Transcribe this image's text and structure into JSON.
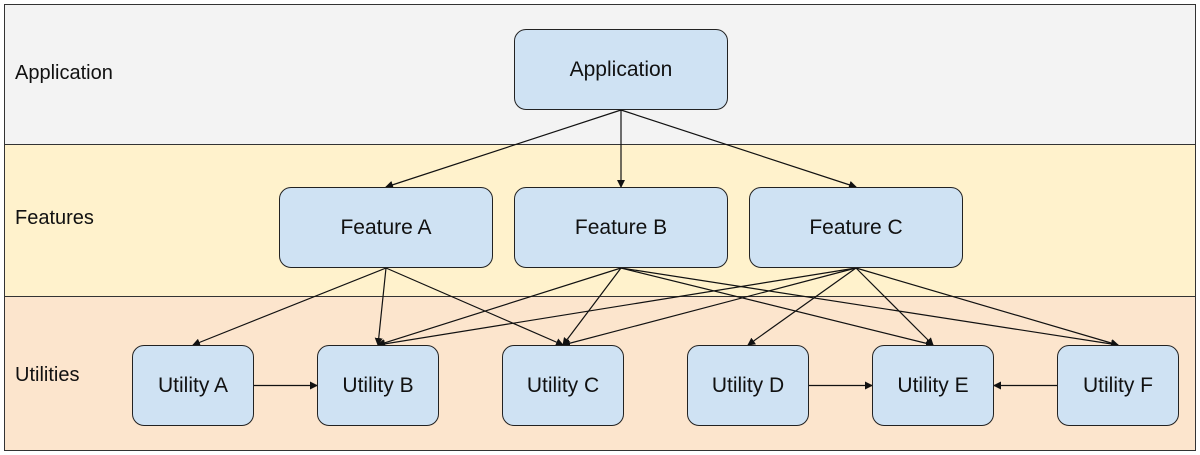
{
  "bands": [
    {
      "id": "application",
      "label": "Application",
      "color": "#f3f3f3"
    },
    {
      "id": "features",
      "label": "Features",
      "color": "#fff2cc"
    },
    {
      "id": "utilities",
      "label": "Utilities",
      "color": "#fce5cd"
    }
  ],
  "nodes": {
    "application": "Application",
    "feature_a": "Feature A",
    "feature_b": "Feature B",
    "feature_c": "Feature C",
    "utility_a": "Utility A",
    "utility_b": "Utility B",
    "utility_c": "Utility C",
    "utility_d": "Utility D",
    "utility_e": "Utility E",
    "utility_f": "Utility F"
  },
  "node_color": "#cfe2f3",
  "edges": [
    {
      "from": "application",
      "to": "feature_a"
    },
    {
      "from": "application",
      "to": "feature_b"
    },
    {
      "from": "application",
      "to": "feature_c"
    },
    {
      "from": "feature_a",
      "to": "utility_a"
    },
    {
      "from": "feature_a",
      "to": "utility_b"
    },
    {
      "from": "feature_a",
      "to": "utility_c"
    },
    {
      "from": "feature_b",
      "to": "utility_b"
    },
    {
      "from": "feature_b",
      "to": "utility_c"
    },
    {
      "from": "feature_b",
      "to": "utility_e"
    },
    {
      "from": "feature_b",
      "to": "utility_f"
    },
    {
      "from": "feature_c",
      "to": "utility_b"
    },
    {
      "from": "feature_c",
      "to": "utility_c"
    },
    {
      "from": "feature_c",
      "to": "utility_d"
    },
    {
      "from": "feature_c",
      "to": "utility_e"
    },
    {
      "from": "feature_c",
      "to": "utility_f"
    },
    {
      "from": "utility_a",
      "to": "utility_b"
    },
    {
      "from": "utility_d",
      "to": "utility_e"
    },
    {
      "from": "utility_f",
      "to": "utility_e"
    }
  ]
}
